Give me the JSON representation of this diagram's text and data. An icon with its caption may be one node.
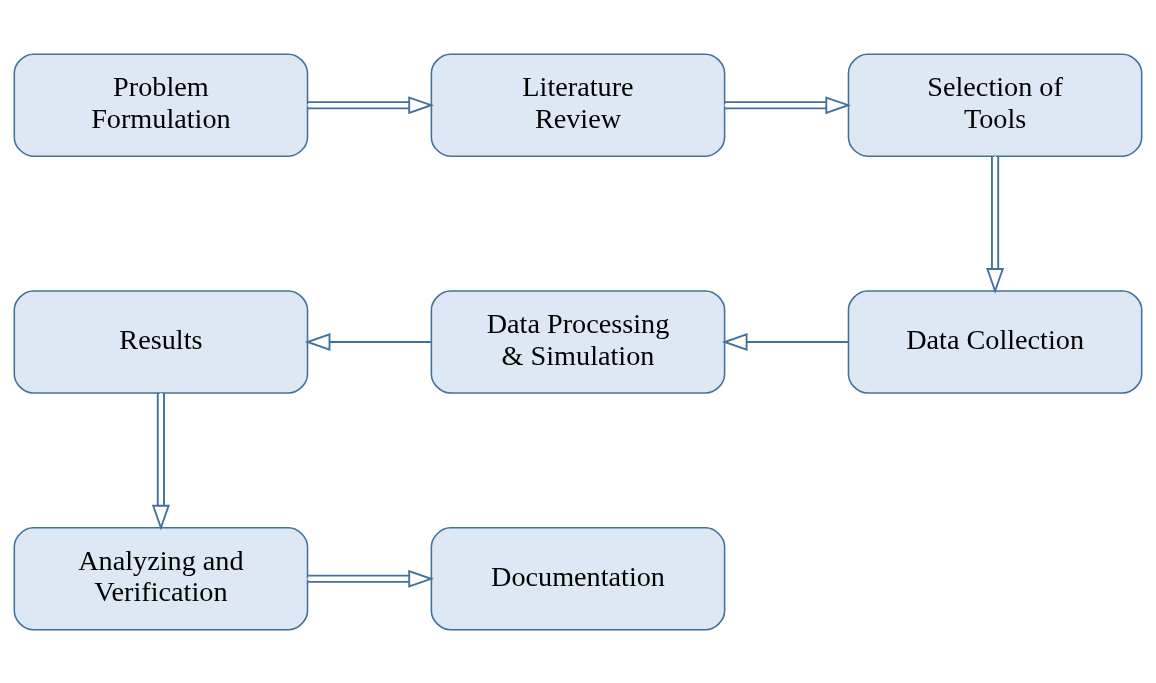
{
  "diagram": {
    "nodes": [
      {
        "text": [
          "Problem Formulation"
        ]
      },
      {
        "text": [
          "Literature Review"
        ]
      },
      {
        "text": [
          "Selection of Tools"
        ]
      },
      {
        "text": [
          "Data Collection"
        ]
      },
      {
        "text": [
          "Data Processing & Simulation"
        ]
      },
      {
        "text": [
          "Results"
        ]
      },
      {
        "text": [
          "Analyzing and Verification"
        ]
      },
      {
        "text": [
          "Documentation"
        ]
      }
    ],
    "edges": [
      {
        "from": 0,
        "to": 1,
        "arrow": "to"
      },
      {
        "from": 1,
        "to": 2,
        "arrow": "to"
      },
      {
        "from": 2,
        "to": 3,
        "arrow": "to"
      },
      {
        "from": 3,
        "to": 4,
        "arrow": "to"
      },
      {
        "from": 4,
        "to": 5,
        "arrow": "to"
      },
      {
        "from": 5,
        "to": 6,
        "arrow": "to"
      },
      {
        "from": 6,
        "to": 7,
        "arrow": "to"
      }
    ]
  }
}
